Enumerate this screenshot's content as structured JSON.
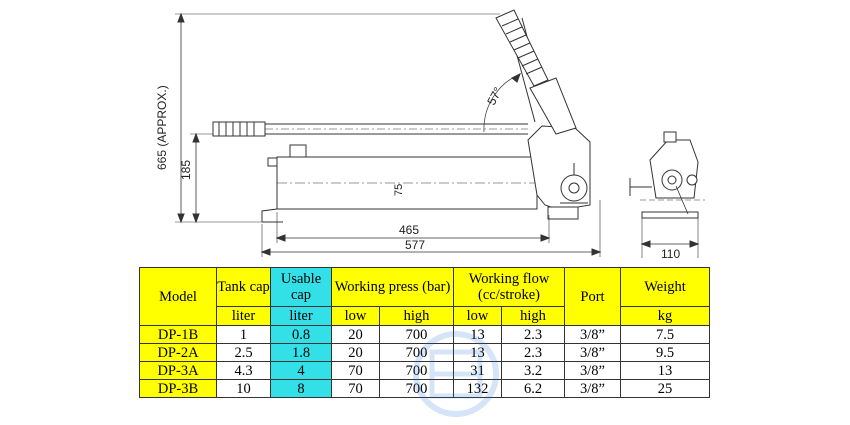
{
  "drawing": {
    "dimensions": {
      "height_overall": "665 (APPROX.)",
      "height_body": "185",
      "angle": "57°",
      "bore": "75",
      "length_body": "465",
      "length_overall": "577",
      "side_width": "110"
    }
  },
  "table": {
    "headers": {
      "model": "Model",
      "tank_cap": "Tank cap",
      "usable_cap": "Usable cap",
      "working_press": "Working press (bar)",
      "working_flow": "Working flow (cc/stroke)",
      "port": "Port",
      "weight": "Weight"
    },
    "units": {
      "tank_cap": "liter",
      "usable_cap": "liter",
      "press_low": "low",
      "press_high": "high",
      "flow_low": "low",
      "flow_high": "high",
      "weight": "kg"
    },
    "rows": [
      {
        "model": "DP-1B",
        "tank": "1",
        "usable": "0.8",
        "press_low": "20",
        "press_high": "700",
        "flow_low": "13",
        "flow_high": "2.3",
        "port": "3/8”",
        "weight": "7.5"
      },
      {
        "model": "DP-2A",
        "tank": "2.5",
        "usable": "1.8",
        "press_low": "20",
        "press_high": "700",
        "flow_low": "13",
        "flow_high": "2.3",
        "port": "3/8”",
        "weight": "9.5"
      },
      {
        "model": "DP-3A",
        "tank": "4.3",
        "usable": "4",
        "press_low": "70",
        "press_high": "700",
        "flow_low": "31",
        "flow_high": "3.2",
        "port": "3/8”",
        "weight": "13"
      },
      {
        "model": "DP-3B",
        "tank": "10",
        "usable": "8",
        "press_low": "70",
        "press_high": "700",
        "flow_low": "132",
        "flow_high": "6.2",
        "port": "3/8”",
        "weight": "25"
      }
    ]
  }
}
